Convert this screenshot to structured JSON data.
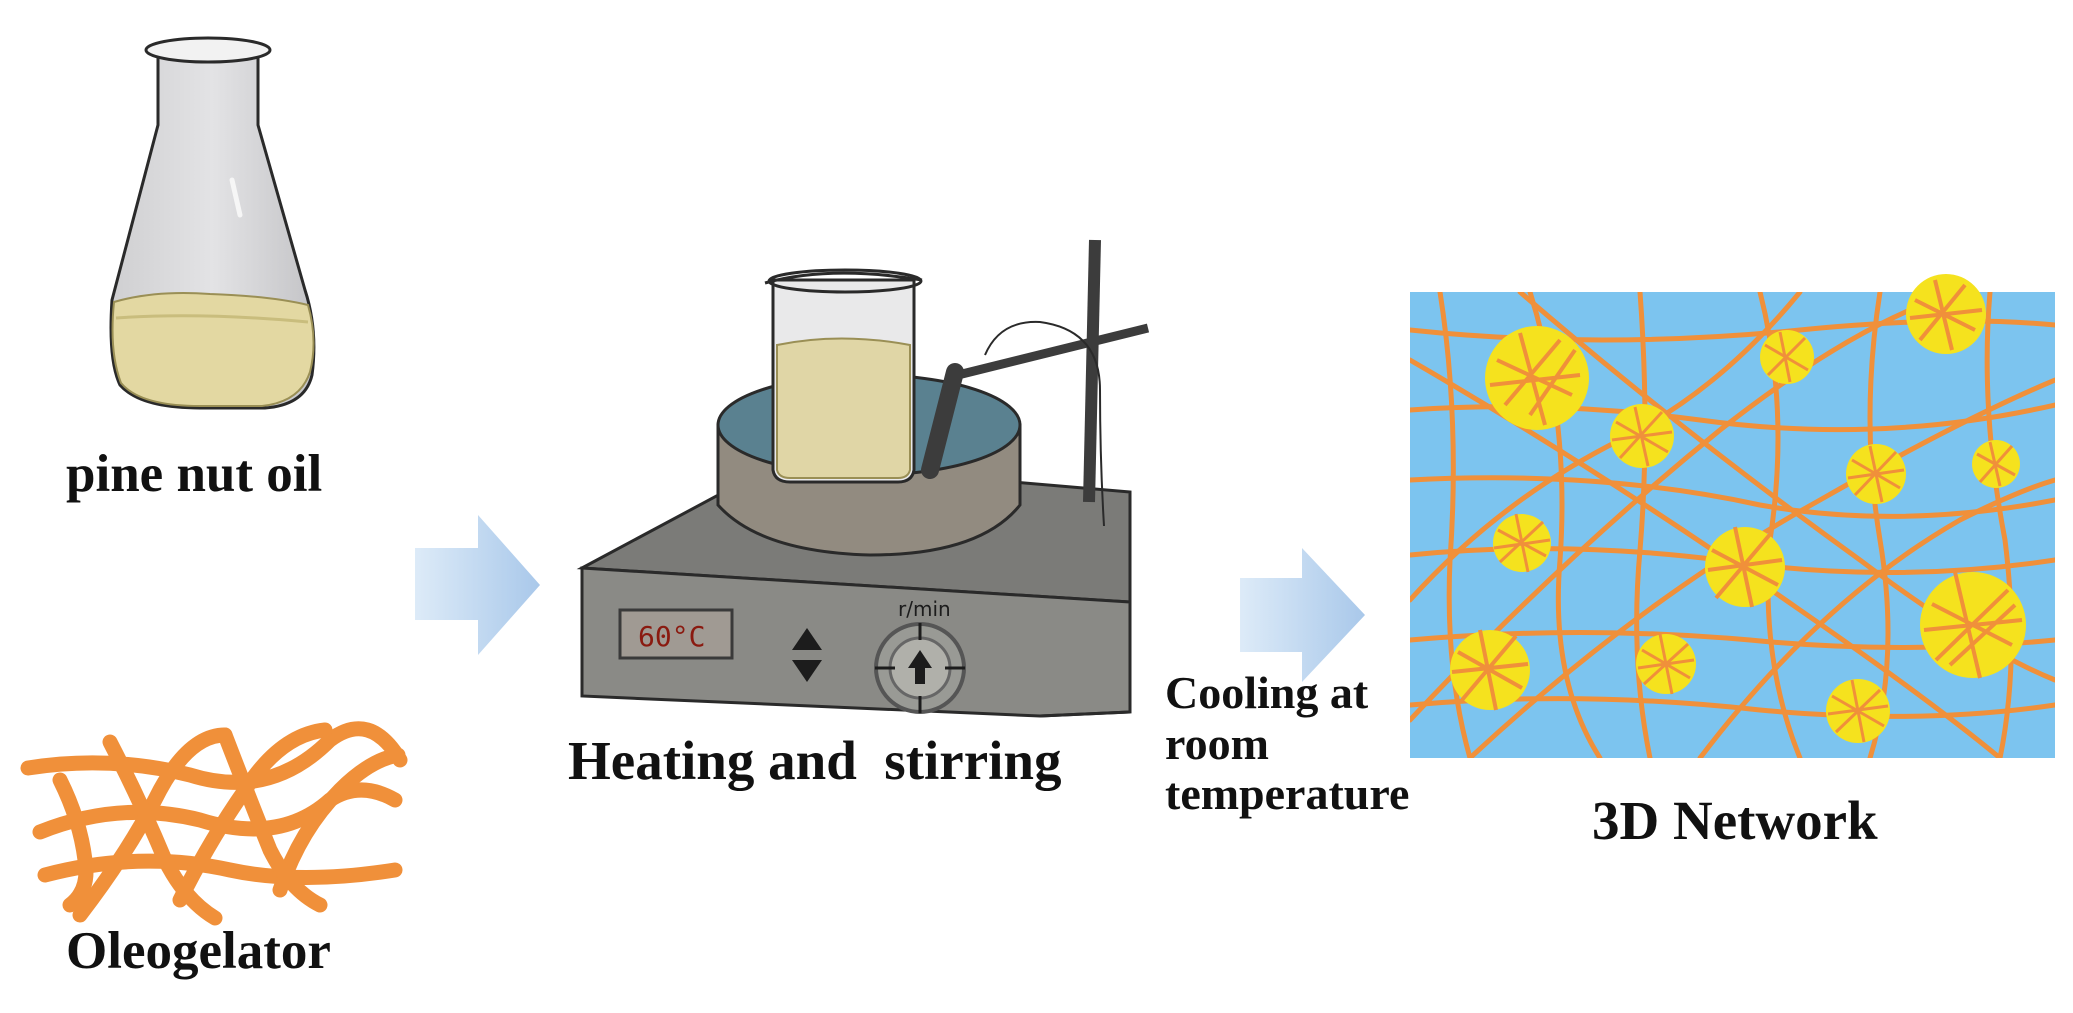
{
  "labels": {
    "oil": "pine nut oil",
    "gelator": "Oleogelator",
    "heating": "Heating and  stirring",
    "cooling_line1": "Cooling at",
    "cooling_line2": "room",
    "cooling_line3": "temperature",
    "network": "3D Network"
  },
  "stirrer": {
    "display": "60°C",
    "knob_unit": "r/min"
  },
  "icons": [
    "flask-icon",
    "fiber-tangle-icon",
    "hot-plate-stirrer-icon",
    "arrow-right-icon",
    "gel-network-icon"
  ],
  "colors": {
    "oil": "#e3d8a2",
    "fiber": "#f0903a",
    "droplet": "#f5e21e",
    "network_bg": "#7cc4ef",
    "water": "#5a8190",
    "plate_top": "#7b7b78",
    "plate_front": "#8a8a86",
    "display_text": "#8a1a10",
    "arrow": "#c8dcf2"
  }
}
